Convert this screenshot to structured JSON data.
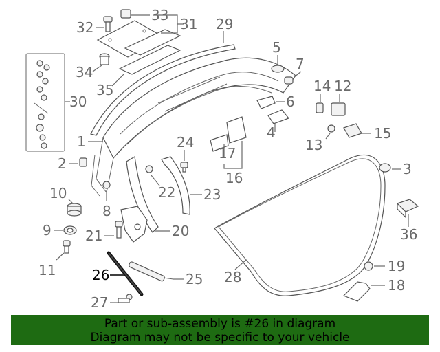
{
  "callouts": {
    "c1": "1",
    "c2": "2",
    "c3": "3",
    "c4": "4",
    "c5": "5",
    "c6": "6",
    "c7": "7",
    "c8": "8",
    "c9": "9",
    "c10": "10",
    "c11": "11",
    "c12": "12",
    "c13": "13",
    "c14": "14",
    "c15": "15",
    "c16": "16",
    "c17": "17",
    "c18": "18",
    "c19": "19",
    "c20": "20",
    "c21": "21",
    "c22": "22",
    "c23": "23",
    "c24": "24",
    "c25": "25",
    "c26": "26",
    "c27": "27",
    "c28": "28",
    "c29": "29",
    "c30": "30",
    "c31": "31",
    "c32": "32",
    "c33": "33",
    "c34": "34",
    "c35": "35",
    "c36": "36"
  },
  "highlighted_part": "26",
  "banner": {
    "line1": "Part or sub-assembly is #26 in diagram",
    "line2": "Diagram may not be specific to your vehicle",
    "background": "#1e6b12"
  }
}
